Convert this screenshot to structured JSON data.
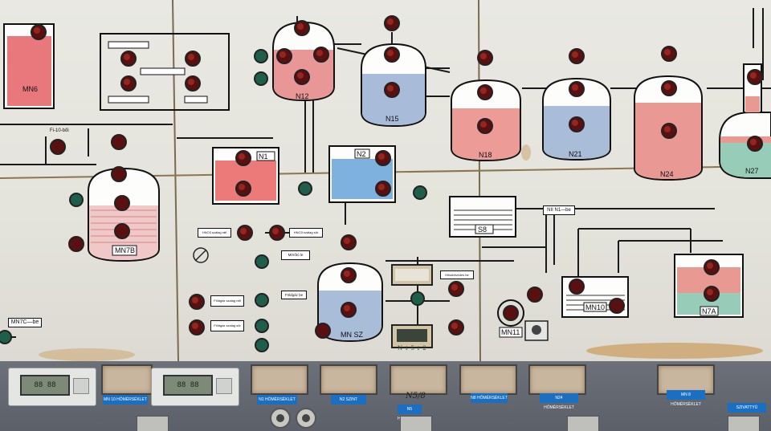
{
  "tanks": [
    {
      "id": "mn6",
      "label": "MN6"
    },
    {
      "id": "n12",
      "label": "N12"
    },
    {
      "id": "n15",
      "label": "N15"
    },
    {
      "id": "n18",
      "label": "N18"
    },
    {
      "id": "n21",
      "label": "N21"
    },
    {
      "id": "n24",
      "label": "N24"
    },
    {
      "id": "n27",
      "label": "N27"
    },
    {
      "id": "n1",
      "label": "N1"
    },
    {
      "id": "n2",
      "label": "N2"
    },
    {
      "id": "s8",
      "label": "S8"
    },
    {
      "id": "mn7b",
      "label": "MN7B"
    },
    {
      "id": "mnsz",
      "label": "MN SZ"
    },
    {
      "id": "mn10",
      "label": "MN10"
    },
    {
      "id": "mn11",
      "label": "MN11"
    },
    {
      "id": "n7a",
      "label": "N7A"
    }
  ],
  "tags": {
    "f10": "Fi-10-bői",
    "mn7c": "MN7C—be",
    "nii": "NII  N1—be",
    "hno3": "HNO3 szálag ráfi",
    "hno3b": "HNO3 szálag sűr",
    "merito": "Mérőtó le",
    "fold1": "Földgáz szalag ráfi",
    "fold2": "Földgáz szalag sűr",
    "fold3": "Földgáz be",
    "hpkt": "Hőszintvédés be",
    "nyil": "N ↓ 5 ↓ 2"
  },
  "bottom": {
    "meter1": "88 88",
    "meter2": "88 88",
    "note": "N5/8",
    "labels": [
      "MN 10 HŐMÉRSÉKLET",
      "N1 HŐMÉRSÉKLET",
      "N2 SZINT",
      "N5 HŐMÉRSÉKLET",
      "N8 HŐMÉRSÉKLET",
      "N24 HŐMÉRSÉKLET",
      "MN 8 HŐMÉRSÉKLET",
      "SZIVATTYÚ"
    ]
  }
}
